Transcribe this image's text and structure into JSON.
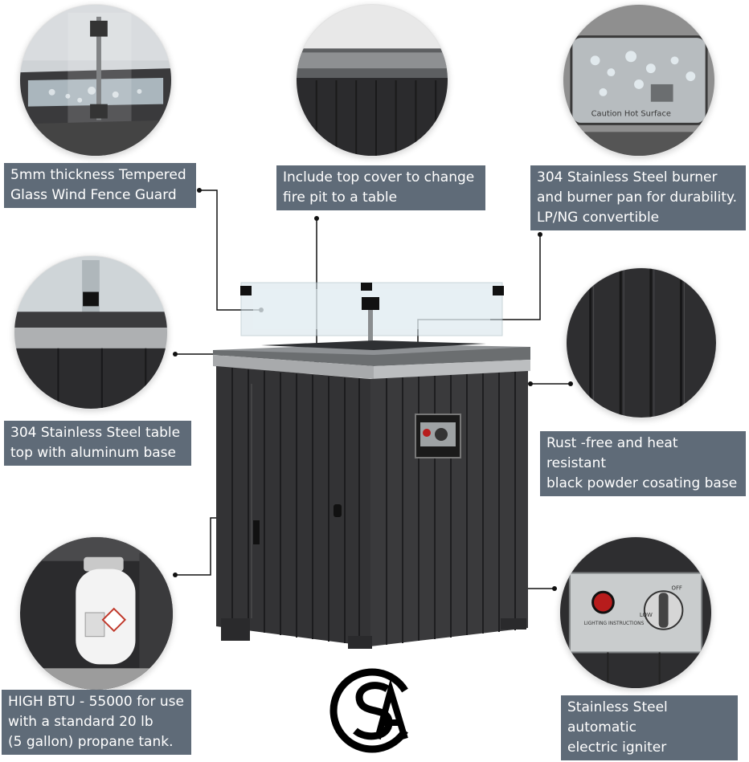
{
  "callouts": {
    "glass_fence": {
      "text": "5mm thickness Tempered\nGlass Wind Fence Guard",
      "icon": "glass-fence-closeup"
    },
    "top_cover": {
      "text": "Include top cover to change\nfire pit to a table",
      "icon": "top-cover-closeup"
    },
    "burner": {
      "text": "304 Stainless Steel burner\nand burner pan for durability.\nLP/NG convertible",
      "icon": "burner-pan-closeup"
    },
    "table_top": {
      "text": "304 Stainless Steel table\n top with aluminum base",
      "icon": "table-top-closeup"
    },
    "powder_coat": {
      "text": "Rust -free and heat resistant\nblack powder cosating base",
      "icon": "panel-closeup"
    },
    "propane": {
      "text": "HIGH BTU  - 55000 for use\nwith a standard 20 lb\n(5 gallon) propane tank.",
      "icon": "propane-tank-closeup"
    },
    "igniter": {
      "text": "Stainless Steel automatic\nelectric igniter",
      "icon": "igniter-closeup"
    }
  },
  "igniter_panel": {
    "heading": "LIGHTING INSTRUCTIONS",
    "caution": "Caution Hot Surface",
    "off_label": "OFF",
    "low_label": "LOW"
  },
  "colors": {
    "label_bg": "#5f6b78",
    "label_text": "#ffffff",
    "body_dark": "#2d2d2f",
    "steel": "#a9abad",
    "leader": "#111111"
  },
  "logo": {
    "icon": "csa-certification-logo"
  }
}
